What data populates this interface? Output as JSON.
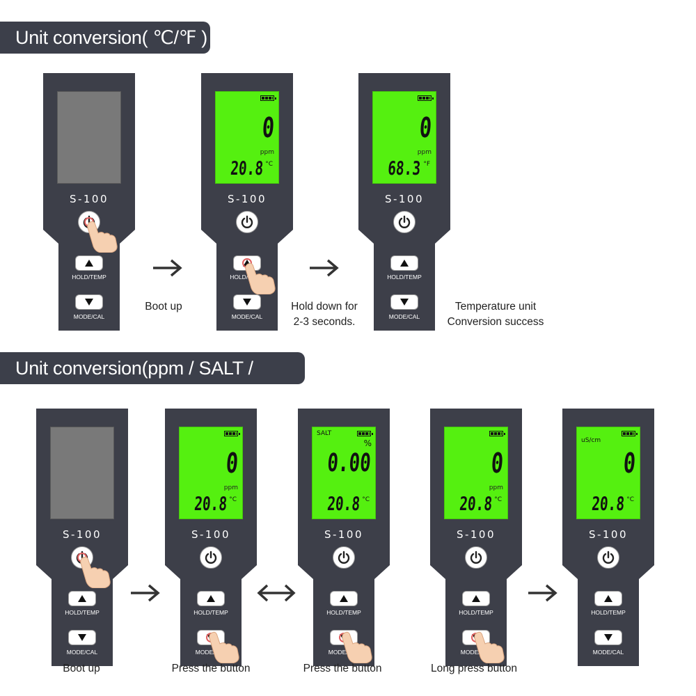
{
  "section1": {
    "banner": "Unit conversion( ℃/℉ )",
    "captions": {
      "boot": "Boot up",
      "hold_line1": "Hold down for",
      "hold_line2": "2-3 seconds.",
      "success_line1": "Temperature unit",
      "success_line2": "Conversion success"
    }
  },
  "section2": {
    "banner": "Unit conversion(ppm / SALT / uS/cm)",
    "captions": {
      "boot": "Boot up",
      "press1": "Press the button",
      "press2": "Press the button",
      "longpress": "Long press button"
    }
  },
  "device": {
    "model": "S-100",
    "up_label": "HOLD/TEMP",
    "down_label": "MODE/CAL"
  },
  "readings": {
    "r1": {
      "main": "0",
      "unit": "ppm",
      "temp": "20.8",
      "temp_unit": "°C"
    },
    "r2": {
      "main": "0",
      "unit": "ppm",
      "temp": "68.3",
      "temp_unit": "°F"
    },
    "r3": {
      "main": "0",
      "unit": "ppm",
      "temp": "20.8",
      "temp_unit": "°C"
    },
    "r4": {
      "main": "0.00",
      "mode": "SALT",
      "pct": "%",
      "temp": "20.8",
      "temp_unit": "°C"
    },
    "r5": {
      "main": "0",
      "unit": "ppm",
      "temp": "20.8",
      "temp_unit": "°C"
    },
    "r6": {
      "main": "0",
      "mode": "uS/cm",
      "temp": "20.8",
      "temp_unit": "°C"
    }
  },
  "colors": {
    "banner": "#3c3f4a",
    "body": "#3d3f49",
    "lcd_on": "#55f010",
    "lcd_off": "#797979"
  }
}
